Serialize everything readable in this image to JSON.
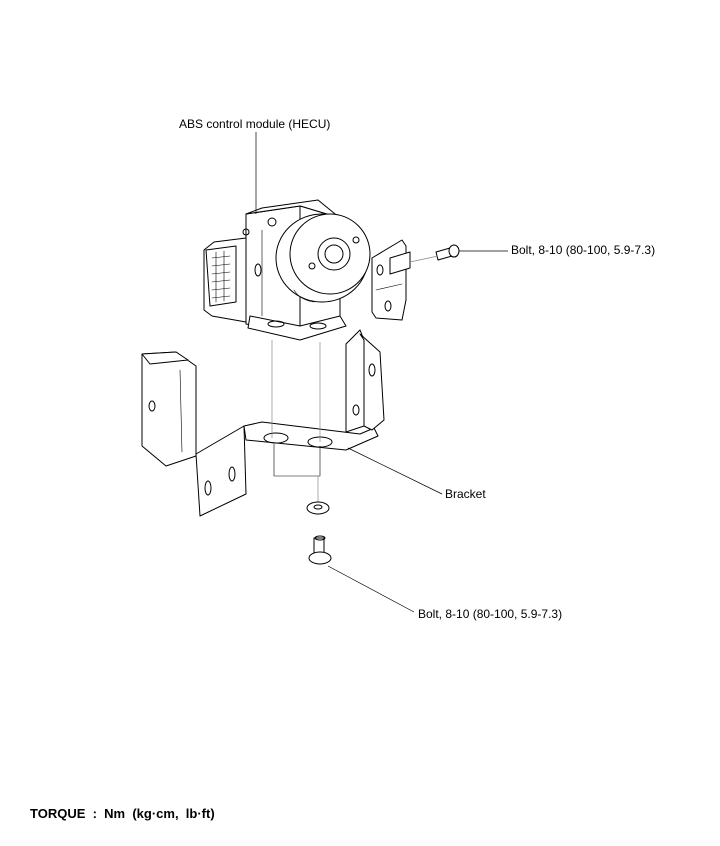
{
  "labels": {
    "module": "ABS control module (HECU)",
    "bolt_upper": "Bolt, 8-10 (80-100, 5.9-7.3)",
    "bracket": "Bracket",
    "bolt_lower": "Bolt, 8-10 (80-100, 5.9-7.3)"
  },
  "torque_note": "TORQUE  :  Nm  (kg·cm,  lb·ft)"
}
